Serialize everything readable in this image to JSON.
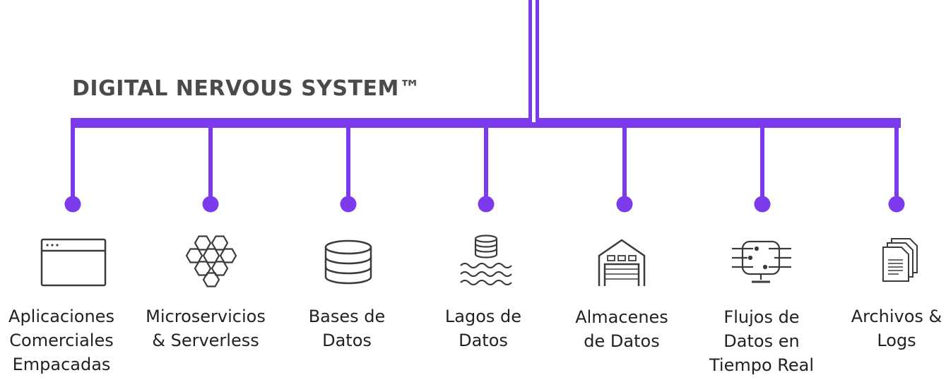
{
  "title": "DIGITAL NERVOUS SYSTEM™",
  "colors": {
    "bus": "#7c3aed",
    "icon": "#3b3b3b",
    "text": "#222222"
  },
  "nodes": [
    {
      "label": "Aplicaciones\nComerciales\nEmpacadas",
      "icon": "browser-window-icon"
    },
    {
      "label": "Microservicios\n& Serverless",
      "icon": "hexagon-cluster-icon"
    },
    {
      "label": "Bases de\nDatos",
      "icon": "database-icon"
    },
    {
      "label": "Lagos de\nDatos",
      "icon": "data-lake-icon"
    },
    {
      "label": "Almacenes\nde Datos",
      "icon": "warehouse-icon"
    },
    {
      "label": "Flujos de\nDatos en\nTiempo Real",
      "icon": "data-stream-icon"
    },
    {
      "label": "Archivos &\nLogs",
      "icon": "files-icon"
    }
  ]
}
